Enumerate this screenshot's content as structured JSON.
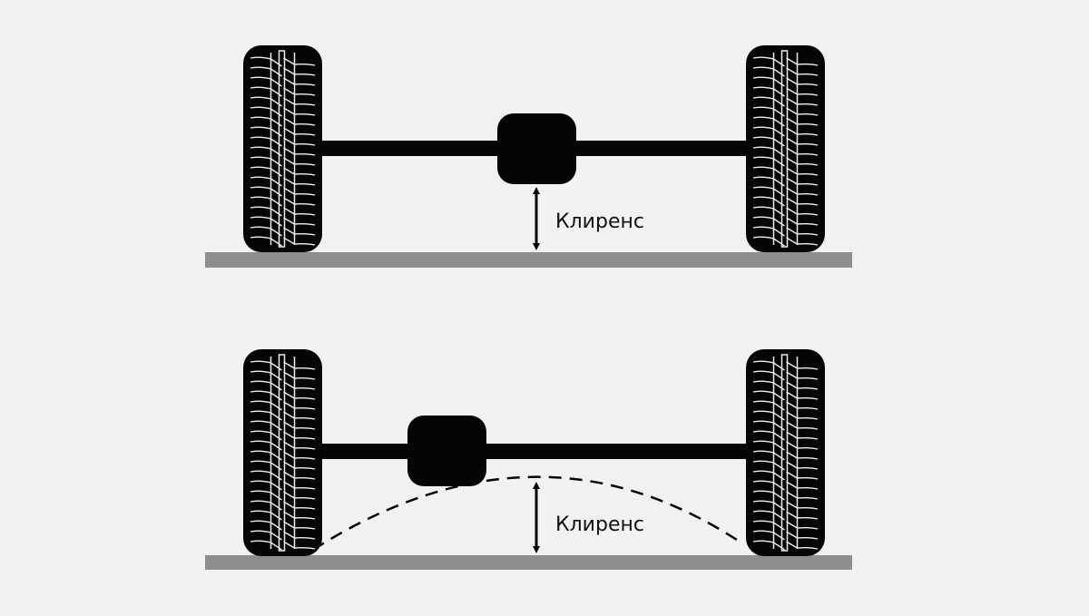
{
  "diagrams": [
    {
      "label": "Клиренс",
      "variant": "standard"
    },
    {
      "label": "Клиренс",
      "variant": "geometric"
    }
  ],
  "colors": {
    "background": "#f2f2f2",
    "ground": "#8e8e8e",
    "parts": "#050505",
    "tread": "#f2f2f2"
  }
}
